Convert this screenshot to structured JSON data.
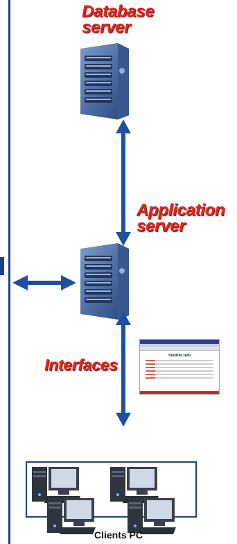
{
  "labels": {
    "database": [
      "Database",
      "server"
    ],
    "application": [
      "Application",
      "server"
    ],
    "interfaces": "Interfaces",
    "clients": "Clients PC",
    "app_window_title": "Student Info"
  },
  "colors": {
    "title_red": "#e2261f",
    "arrow_blue": "#1f4f9f",
    "frame_blue": "#1f3f8f",
    "server_body": "#4d6fa6"
  },
  "icons": {
    "server": "server-icon",
    "pc": "desktop-pc-icon",
    "window": "application-window-icon"
  }
}
